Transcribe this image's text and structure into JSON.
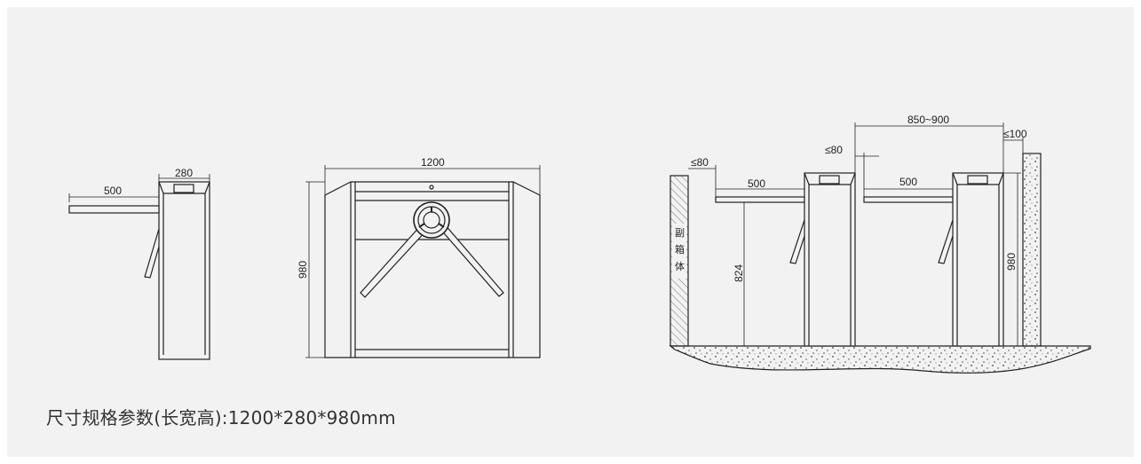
{
  "side_view": {
    "arm_length": "500",
    "width": "280"
  },
  "front_view": {
    "length": "1200",
    "height": "980"
  },
  "install_view": {
    "wall_gap_left": "≤80",
    "arm_left": "500",
    "arm_right": "500",
    "gap_middle": "≤80",
    "passage": "850~900",
    "wall_gap_right": "≤100",
    "arm_height": "824",
    "height": "980",
    "aux_box_label": [
      "副",
      "箱",
      "体"
    ]
  },
  "caption": "尺寸规格参数(长宽高):1200*280*980mm"
}
